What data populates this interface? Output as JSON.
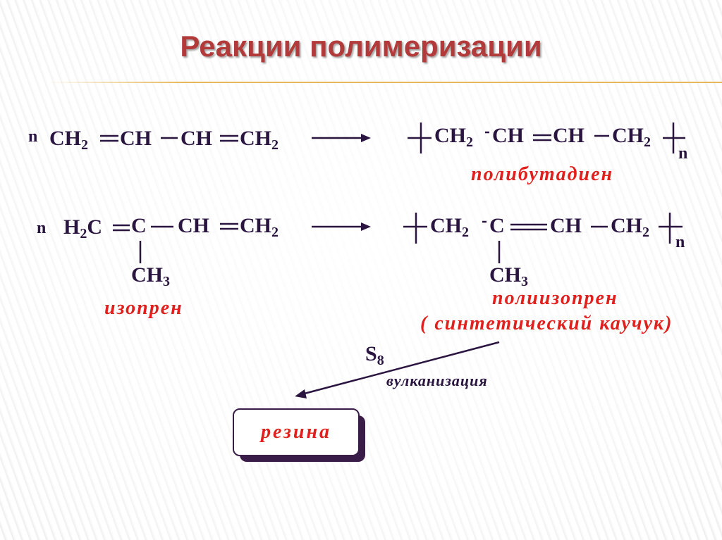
{
  "title": "Реакции полимеризации",
  "reaction1": {
    "n": "n",
    "reactant": {
      "a": "CH",
      "a_sub": "2",
      "b": "CH",
      "c": "CH",
      "d": "CH",
      "d_sub": "2"
    },
    "product": {
      "a": "CH",
      "a_sub": "2",
      "b": "CH",
      "c": "CH",
      "d": "CH",
      "d_sub": "2",
      "n": "n"
    },
    "product_name": "полибутадиен"
  },
  "reaction2": {
    "n": "n",
    "reactant": {
      "a1": "H",
      "a_sub": "2",
      "a2": "C",
      "b": "C",
      "c": "CH",
      "d": "CH",
      "d_sub": "2",
      "methyl": "CH",
      "methyl_sub": "3"
    },
    "reactant_name": "изопрен",
    "product": {
      "a": "CH",
      "a_sub": "2",
      "b": "C",
      "c": "CH",
      "d": "CH",
      "d_sub": "2",
      "n": "n",
      "methyl": "CH",
      "methyl_sub": "3"
    },
    "product_name": "полиизопрен",
    "product_note": "( синтетический каучук)"
  },
  "vulcanization": {
    "reagent": "S",
    "reagent_sub": "8",
    "label": "вулканизация",
    "result": "резина"
  },
  "colors": {
    "title": "#b33a3a",
    "name_red": "#e0201c",
    "formula": "#2a1540",
    "accent_line": "#e7b75c"
  }
}
